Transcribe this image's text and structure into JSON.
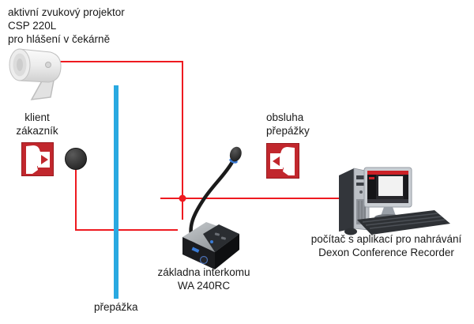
{
  "labels": {
    "speaker": {
      "line1": "aktivní zvukový projektor",
      "line2": "CSP 220L",
      "line3": "pro hlášení v čekárně"
    },
    "client": {
      "line1": "klient",
      "line2": "zákazník"
    },
    "operator": {
      "line1": "obsluha",
      "line2": "přepážky"
    },
    "intercom": {
      "line1": "základna interkomu",
      "line2": "WA 240RC"
    },
    "computer": {
      "line1": "počítač s aplikací pro nahrávání",
      "line2": "Dexon Conference Recorder"
    },
    "partition": {
      "line1": "přepážka"
    }
  },
  "colors": {
    "wire_red": "#ee1a20",
    "partition_blue": "#29a9e1",
    "icon_red": "#c1272d",
    "text": "#1a1a1a"
  }
}
